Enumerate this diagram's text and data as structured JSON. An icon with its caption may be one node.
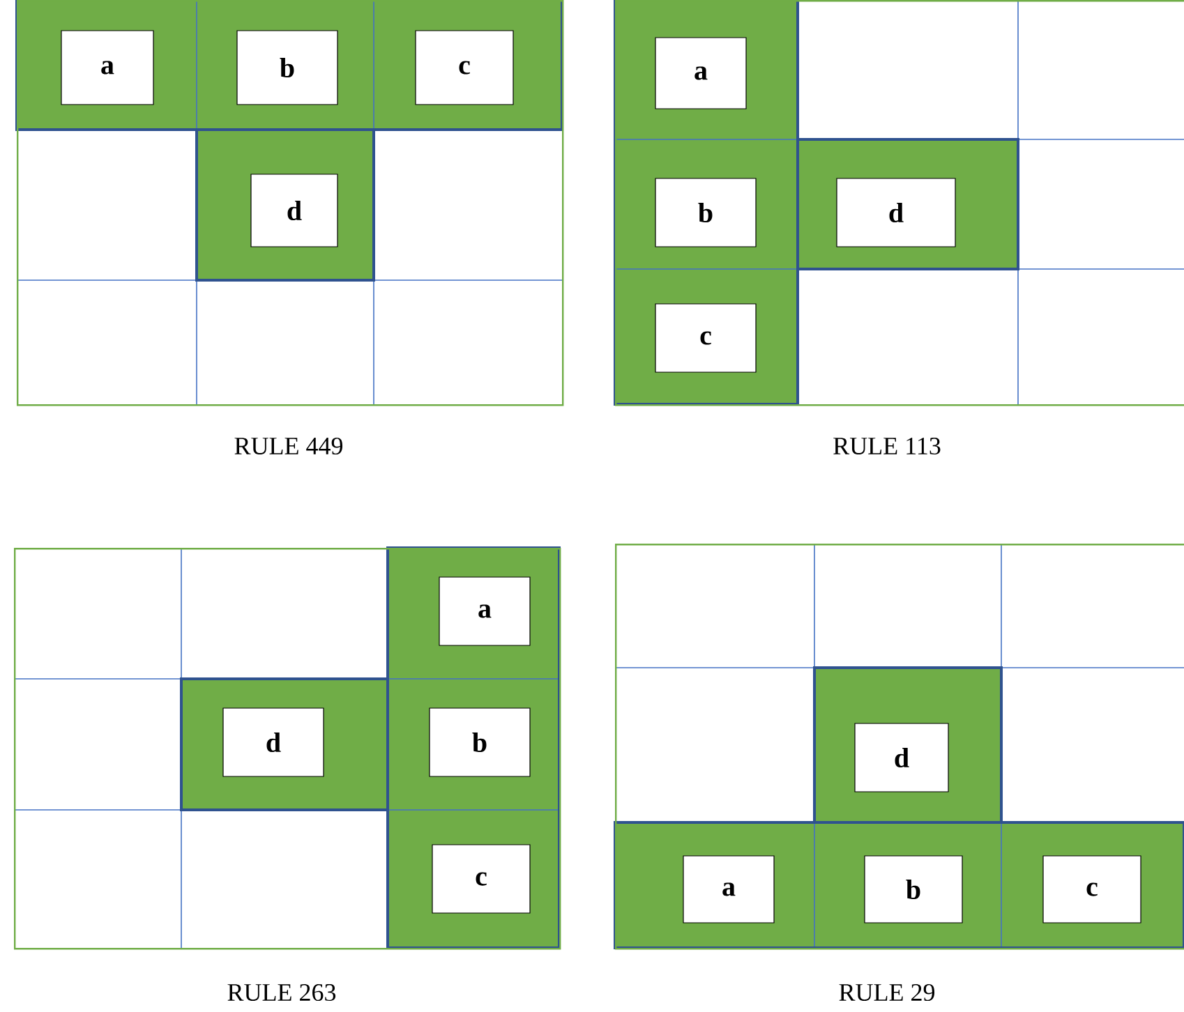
{
  "diagram": {
    "nodes": [
      {
        "text": [],
        "shape": "box",
        "beside": [
          "RULE 449"
        ]
      },
      {
        "text": [
          "a"
        ],
        "in": 0
      },
      {
        "text": [
          "b"
        ],
        "in": 0
      },
      {
        "text": [
          "c"
        ],
        "in": 0
      },
      {
        "text": [
          "d"
        ],
        "in": 0
      },
      {
        "text": [],
        "shape": "box",
        "beside": [
          "RULE 113"
        ]
      },
      {
        "text": [
          "a"
        ],
        "in": 5
      },
      {
        "text": [
          "d"
        ],
        "in": 5
      },
      {
        "text": [
          "b"
        ],
        "in": 5
      },
      {
        "text": [
          "c"
        ],
        "in": 5
      },
      {
        "text": [],
        "shape": "box",
        "beside": [
          "RULE 263"
        ]
      },
      {
        "text": [
          "a"
        ],
        "in": 10
      },
      {
        "text": [
          "d"
        ],
        "in": 10
      },
      {
        "text": [
          "b"
        ],
        "in": 10
      },
      {
        "text": [
          "c"
        ],
        "in": 10
      },
      {
        "text": [],
        "shape": "box",
        "beside": [
          "RULE 29"
        ]
      },
      {
        "text": [
          "d"
        ],
        "in": 15
      },
      {
        "text": [
          "a"
        ],
        "in": 15
      },
      {
        "text": [
          "b"
        ],
        "in": 15
      },
      {
        "text": [
          "c"
        ],
        "in": 15
      }
    ]
  }
}
